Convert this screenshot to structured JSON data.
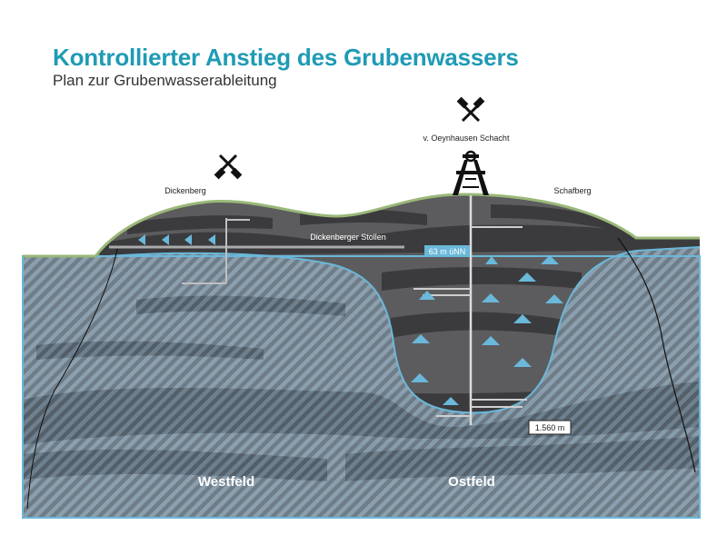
{
  "header": {
    "title": "Kontrollierter Anstieg des Grubenwassers",
    "subtitle": "Plan zur Grubenwasserableitung"
  },
  "labels": {
    "dickenberg": "Dickenberg",
    "shaft": "v. Oeynhausen Schacht",
    "schafberg": "Schafberg",
    "tunnel": "Dickenberger Stollen",
    "water_level": "63 m üNN",
    "depth": "1.560 m",
    "westfeld": "Westfeld",
    "ostfeld": "Ostfeld"
  },
  "icons": {
    "active_mine": "crossed-hammers-icon",
    "closed_mine": "crossed-hammers-rotated-icon"
  },
  "colors": {
    "title": "#1f9bb5",
    "water_line": "#6ab8da",
    "rock_dark": "#3b3b3d",
    "rock_mid": "#5c5c5e",
    "surface_green": "#9ab878",
    "arrows": "#6ab8da"
  }
}
